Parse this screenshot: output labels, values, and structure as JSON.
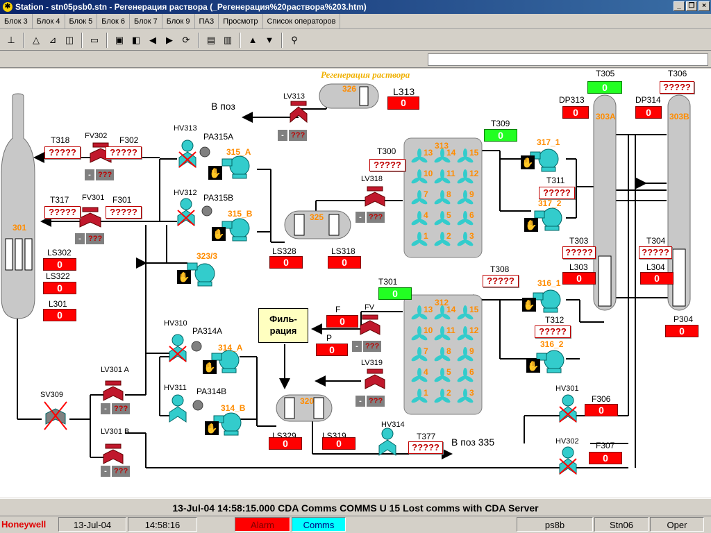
{
  "window": {
    "title": "Station - stn05psb0.stn - Регенерация раствора (_Регенерация%20раствора%203.htm)",
    "minimize": "_",
    "maximize": "❐",
    "close": "×"
  },
  "menu": {
    "items": [
      "Блок 3",
      "Блок 4",
      "Блок 5",
      "Блок 6",
      "Блок 7",
      "Блок 9",
      "ПАЗ",
      "Просмотр",
      "Список операторов"
    ]
  },
  "display": {
    "heading": "Регенерация раствора",
    "direction_top": "В поз",
    "direction_bottom": "В поз 335",
    "filter_line1": "Филь-",
    "filter_line2": "рация",
    "error_value": "?????",
    "unknown_short": "???",
    "dash": "-",
    "zero": "0",
    "tags": {
      "lv313": "LV313",
      "l313": "L313",
      "t305": "T305",
      "t306": "T306",
      "dp313": "DP313",
      "dp314": "DP314",
      "t309": "T309",
      "fv302": "FV302",
      "t318": "T318",
      "f302": "F302",
      "hv313": "HV313",
      "pa315a": "PA315A",
      "t300": "T300",
      "lv318": "LV318",
      "t317": "T317",
      "fv301": "FV301",
      "f301": "F301",
      "hv312": "HV312",
      "pa315b": "PA315B",
      "t311": "T311",
      "ls302": "LS302",
      "ls322": "LS322",
      "l301": "L301",
      "ls328": "LS328",
      "ls318": "LS318",
      "t303": "T303",
      "t304": "T304",
      "l303": "L303",
      "l304": "L304",
      "t308": "T308",
      "t301": "T301",
      "f": "F",
      "fv": "FV",
      "p": "P",
      "hv310": "HV310",
      "pa314a": "PA314A",
      "lv319": "LV319",
      "t312": "T312",
      "p304": "P304",
      "hv311": "HV311",
      "pa314b": "PA314B",
      "sv309": "SV309",
      "lv301a": "LV301  A",
      "lv301b": "LV301  B",
      "hv301": "HV301",
      "f306": "F306",
      "ls329": "LS329",
      "ls319": "LS319",
      "hv314": "HV314",
      "t377": "T377",
      "hv302": "HV302",
      "f307": "F307"
    },
    "equipment": {
      "v326": "326",
      "c301": "301",
      "c303a": "303A",
      "c303b": "303B",
      "p315a": "315_A",
      "p315b": "315_B",
      "v325": "325",
      "u313": "313",
      "p317_1": "317_1",
      "p317_2": "317_2",
      "p323": "323/3",
      "p316_1": "316_1",
      "p316_2": "316_2",
      "u312": "312",
      "p314a": "314_A",
      "p314b": "314_B",
      "v320": "320"
    },
    "filter_cells": [
      "13",
      "14",
      "15",
      "10",
      "11",
      "12",
      "7",
      "8",
      "9",
      "4",
      "5",
      "6",
      "1",
      "2",
      "3"
    ]
  },
  "status_message": "13-Jul-04   14:58:15.000   CDA Comms   COMMS   U 15 Lost comms with CDA Server",
  "statusbar": {
    "brand": "Honeywell",
    "date": "13-Jul-04",
    "time": "14:58:16",
    "alarm": "Alarm",
    "comms": "Comms",
    "server": "ps8b",
    "station": "Stn06",
    "level": "Oper"
  },
  "colors": {
    "alarm_red": "#ff0000",
    "ok_green": "#22ff22",
    "pump_cyan": "#33cccc",
    "valve_red": "#c0182c",
    "title_blue": "#0a246a"
  }
}
